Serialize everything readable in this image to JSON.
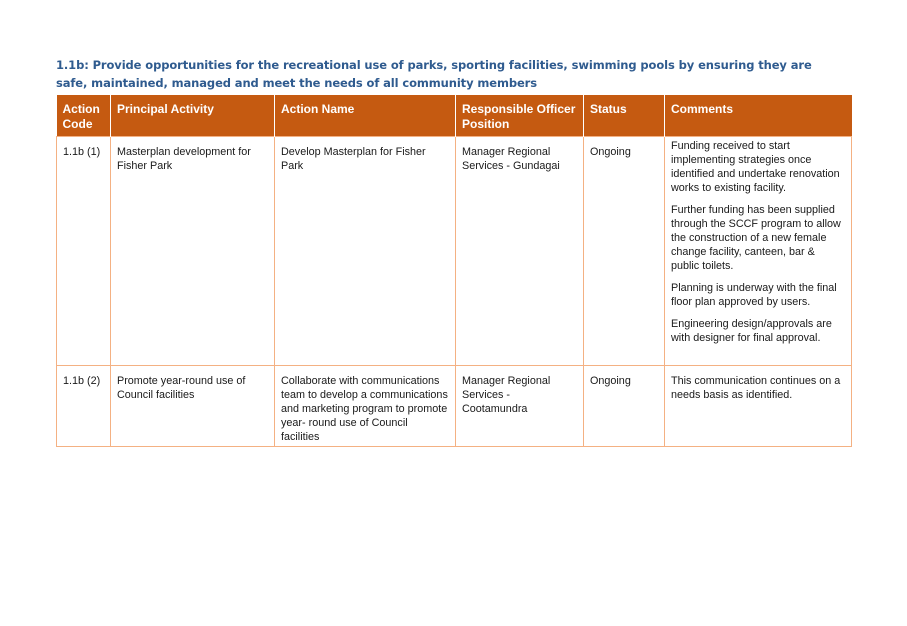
{
  "document": {
    "heading": "1.1b: Provide opportunities for the recreational use of parks, sporting facilities, swimming pools by ensuring they are safe, maintained, managed and meet the needs of all community members"
  },
  "table": {
    "columns": {
      "action_code": "Action Code",
      "principal_activity": "Principal Activity",
      "action_name": "Action Name",
      "responsible_officer": "Responsible Officer Position",
      "status": "Status",
      "comments": "Comments"
    },
    "rows": [
      {
        "action_code": "1.1b (1)",
        "principal_activity": "Masterplan development for Fisher Park",
        "action_name": "Develop Masterplan for Fisher Park",
        "responsible_officer": "Manager Regional Services - Gundagai",
        "status": "Ongoing",
        "comments": [
          "Funding received to start implementing strategies once identified and undertake renovation works to existing facility.",
          "Further funding has been supplied through the SCCF program to allow the construction of a new female change facility, canteen, bar & public toilets.",
          "Planning is underway with the final floor plan approved by users.",
          "Engineering design/approvals are with designer for final approval."
        ]
      },
      {
        "action_code": "1.1b (2)",
        "principal_activity": "Promote year-round use of Council facilities",
        "action_name": "Collaborate with communications team to develop a communications and marketing program to promote year- round use of Council facilities",
        "responsible_officer": "Manager Regional Services - Cootamundra",
        "status": "Ongoing",
        "comments": [
          "This communication continues on a needs basis as identified."
        ]
      }
    ]
  },
  "colors": {
    "heading_text": "#2f5b8f",
    "header_fill": "#c55a11",
    "cell_border": "#f4b183"
  }
}
